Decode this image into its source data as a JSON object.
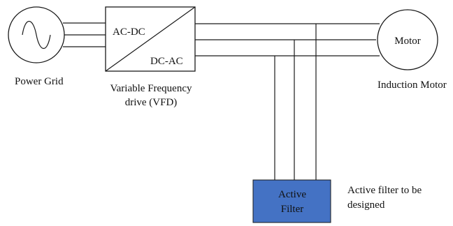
{
  "colors": {
    "line": "#1a1a1a",
    "filter_fill": "#4472c4",
    "background": "#ffffff"
  },
  "icons": {
    "grid_source": "ac-sine-wave-icon",
    "vfd_divider": "converter-diagonal-icon"
  },
  "power_grid": {
    "label": "Power Grid"
  },
  "vfd": {
    "top_label": "AC-DC",
    "bottom_label": "DC-AC",
    "caption_line1": "Variable Frequency",
    "caption_line2": "drive (VFD)"
  },
  "motor": {
    "inner_label": "Motor",
    "caption": "Induction Motor"
  },
  "active_filter": {
    "label_line1": "Active",
    "label_line2": "Filter",
    "note_line1": "Active filter to be",
    "note_line2": "designed"
  }
}
